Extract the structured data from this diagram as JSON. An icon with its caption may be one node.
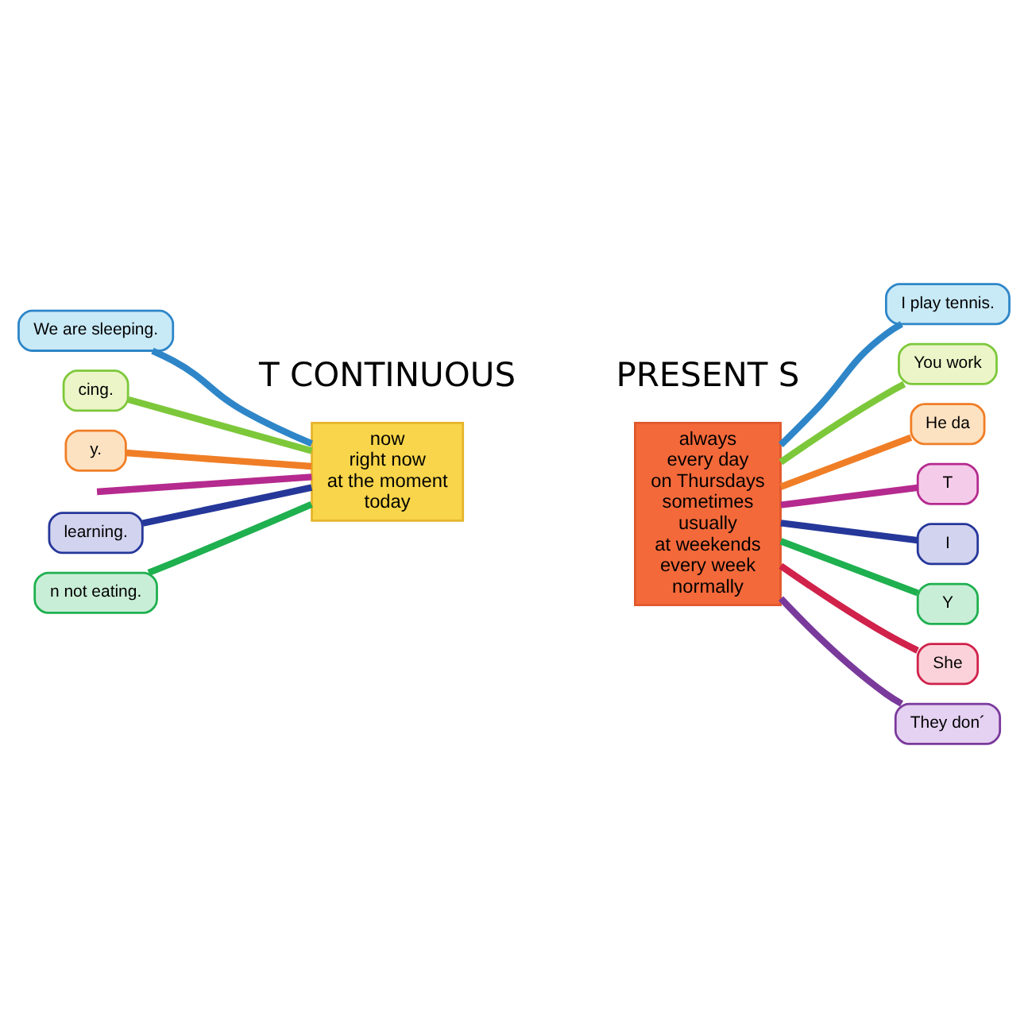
{
  "diagram": {
    "nodes": [
      {
        "text": [
          "now",
          "right now",
          "at the moment",
          "today"
        ]
      },
      {
        "text": [
          "We are sleeping."
        ]
      },
      {
        "text": [
          "cing."
        ]
      },
      {
        "text": [
          "y."
        ]
      },
      {
        "text": [
          "learning."
        ]
      },
      {
        "text": [
          "n not eating."
        ]
      },
      {
        "text": [
          "always",
          "every day",
          "on Thursdays",
          "sometimes",
          "usually",
          "at weekends",
          "every week",
          "normally"
        ]
      },
      {
        "text": [
          "I play tennis."
        ]
      },
      {
        "text": [
          "You work"
        ]
      },
      {
        "text": [
          "He da"
        ]
      },
      {
        "text": [
          "T"
        ]
      },
      {
        "text": [
          "I"
        ]
      },
      {
        "text": [
          "Y"
        ]
      },
      {
        "text": [
          "She"
        ]
      },
      {
        "text": [
          "They don´"
        ]
      }
    ],
    "edges": [
      {
        "from": 1,
        "to": 0,
        "arrow": "none",
        "color": "#2e86c8"
      },
      {
        "from": 2,
        "to": 0,
        "arrow": "none",
        "color": "#7dc83a"
      },
      {
        "from": 3,
        "to": 0,
        "arrow": "none",
        "color": "#f07e26"
      },
      {
        "from": null,
        "to": 0,
        "arrow": "none",
        "color": "#b52a8e"
      },
      {
        "from": 4,
        "to": 0,
        "arrow": "none",
        "color": "#26379a"
      },
      {
        "from": 5,
        "to": 0,
        "arrow": "none",
        "color": "#1fb04f"
      },
      {
        "from": 6,
        "to": 7,
        "arrow": "none",
        "color": "#2e86c8"
      },
      {
        "from": 6,
        "to": 8,
        "arrow": "none",
        "color": "#7dc83a"
      },
      {
        "from": 6,
        "to": 9,
        "arrow": "none",
        "color": "#f07e26"
      },
      {
        "from": 6,
        "to": 10,
        "arrow": "none",
        "color": "#b52a8e"
      },
      {
        "from": 6,
        "to": 11,
        "arrow": "none",
        "color": "#26379a"
      },
      {
        "from": 6,
        "to": 12,
        "arrow": "none",
        "color": "#1fb04f"
      },
      {
        "from": 6,
        "to": 13,
        "arrow": "none",
        "color": "#d0224a"
      },
      {
        "from": 6,
        "to": 14,
        "arrow": "none",
        "color": "#7a3a9c"
      }
    ],
    "labels": [
      "T CONTINUOUS",
      "PRESENT S"
    ]
  }
}
